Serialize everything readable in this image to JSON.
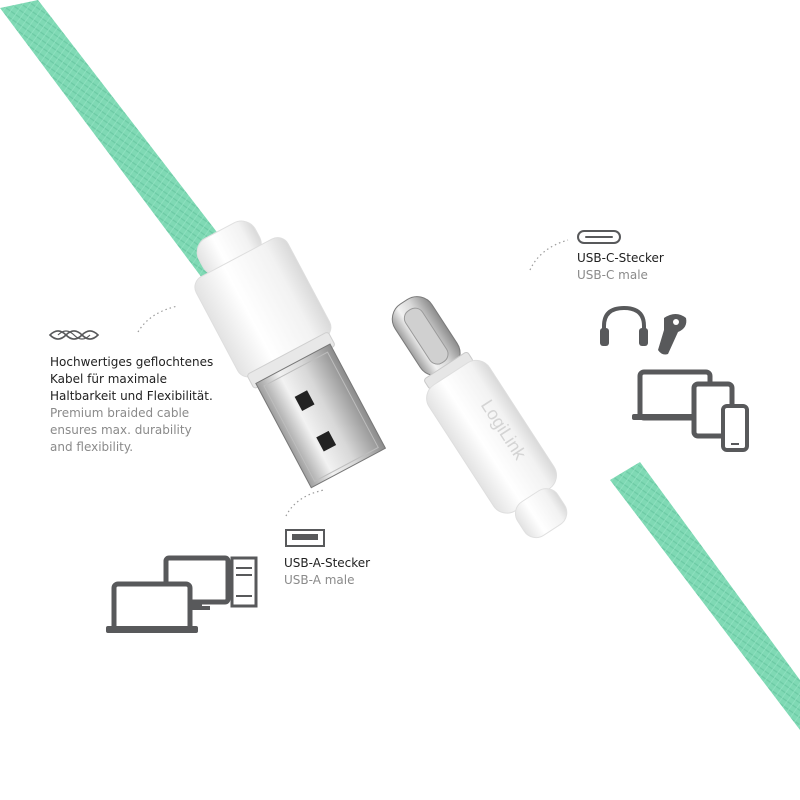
{
  "brand": "LogiLink",
  "feature": {
    "lines_de": [
      "Hochwertiges geflochtenes",
      "Kabel für maximale",
      "Haltbarkeit und Flexibilität."
    ],
    "lines_en": [
      "Premium braided cable",
      "ensures max. durability",
      "and flexibility."
    ],
    "icon": "infinity-braid-icon"
  },
  "usb_c": {
    "title": "USB-C-Stecker",
    "subtitle": "USB-C male",
    "icon": "usb-c-port-icon",
    "devices": [
      "headphones-icon",
      "earbud-icon",
      "laptop-icon",
      "tablet-icon",
      "smartphone-icon"
    ]
  },
  "usb_a": {
    "title": "USB-A-Stecker",
    "subtitle": "USB-A male",
    "icon": "usb-a-port-icon",
    "devices": [
      "laptop-icon",
      "monitor-icon",
      "desktop-tower-icon"
    ]
  },
  "colors": {
    "cable": "#7fd9b4",
    "cable_dark": "#5fc39a",
    "connector": "#f4f4f4",
    "icon": "#58595b",
    "text": "#1f1f1f",
    "subtext": "#8a8a8a"
  }
}
